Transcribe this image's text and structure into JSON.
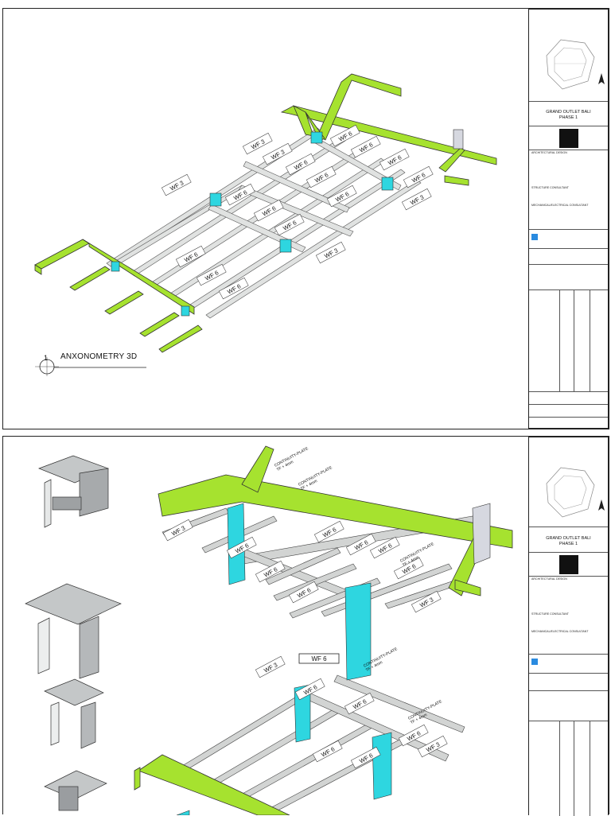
{
  "sheet1": {
    "view_title": "ANXONOMETRY 3D",
    "view_number": "1",
    "labels": {
      "wf3_a": "WF 3",
      "wf3_b": "WF 3",
      "wf3_c": "WF 3",
      "wf3_d": "WF 3",
      "wf3_e": "WF 3",
      "wf6_a": "WF 6",
      "wf6_b": "WF 6",
      "wf6_c": "WF 6",
      "wf6_d": "WF 6",
      "wf6_e": "WF 6",
      "wf6_f": "WF 6",
      "wf6_g": "WF 6",
      "wf6_h": "WF 6",
      "wf6_i": "WF 6",
      "wf6_j": "WF 6",
      "wf6_k": "WF 6",
      "wf6_l": "WF 6",
      "wf6_m": "WF 6"
    }
  },
  "sheet2": {
    "callout_boxed": "WF 6",
    "labels": {
      "wf3_a": "WF 3",
      "wf3_b": "WF 3",
      "wf3_c": "WF 3",
      "wf3_d": "WF 3",
      "wf6_a": "WF 6",
      "wf6_b": "WF 6",
      "wf6_c": "WF 6",
      "wf6_d": "WF 6",
      "wf6_e": "WF 6",
      "wf6_f": "WF 6",
      "wf6_g": "WF 6",
      "wf6_h": "WF 6",
      "wf6_i": "WF 6",
      "wf6_j": "WF 6",
      "wf6_k": "WF 6",
      "wf6_l": "WF 6"
    },
    "plate_notes": {
      "n1": "CONTINUITY-PLATE",
      "n1b": "TF + 4mm",
      "n2": "CONTINUITY-PLATE",
      "n2b": "TF + 4mm",
      "n3": "CONTINUITY-PLATE",
      "n3b": "TF + 4mm",
      "n4": "CONTINUITY-PLATE",
      "n4b": "TF + 4mm",
      "n5": "CONTINUITY-PLATE",
      "n5b": "TF + 4mm"
    }
  },
  "title_block": {
    "project_line1": "GRAND OUTLET BALI",
    "project_line2": "PHASE 1",
    "architect_heading": "ARCHITECTURAL DESIGN",
    "structure_heading": "STRUCTURE CONSULTANT",
    "mep_heading": "MECHANICAL/ELECTRICAL CONSULTANT"
  },
  "colors": {
    "concrete_green": "#a6e22f",
    "column_cyan": "#2ed6e0",
    "steel_grey": "#d7d9d8",
    "line": "#222222"
  },
  "icons": [
    "north-arrow-icon",
    "key-plan-icon",
    "client-logo-icon",
    "contractor-logo-icon",
    "view-number-bubble-icon"
  ]
}
